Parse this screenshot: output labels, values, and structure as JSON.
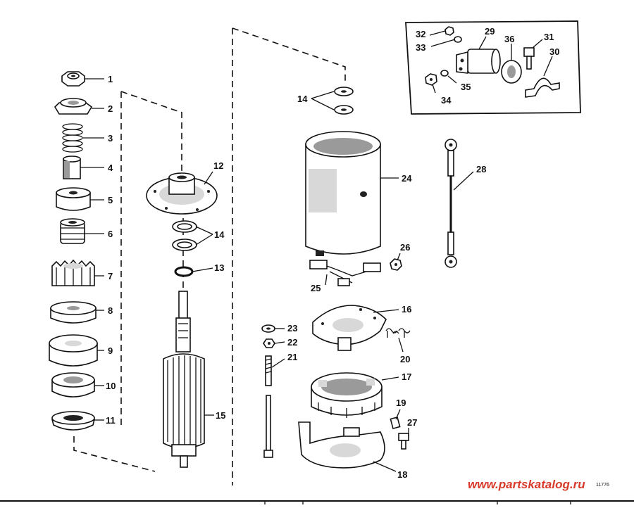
{
  "diagram": {
    "labels": [
      "1",
      "2",
      "3",
      "4",
      "5",
      "6",
      "7",
      "8",
      "9",
      "10",
      "11",
      "12",
      "13",
      "14",
      "15",
      "16",
      "17",
      "18",
      "19",
      "20",
      "21",
      "22",
      "23",
      "24",
      "25",
      "26",
      "27",
      "28",
      "29",
      "30",
      "31",
      "32",
      "33",
      "34",
      "35",
      "36"
    ],
    "label_14_upper": "14",
    "label_14_middle": "14",
    "watermark": "www.partskatalog.ru",
    "drawing_code": "11776"
  },
  "colors": {
    "ink": "#111111",
    "watermark": "#d83a2a",
    "background": "#ffffff"
  }
}
